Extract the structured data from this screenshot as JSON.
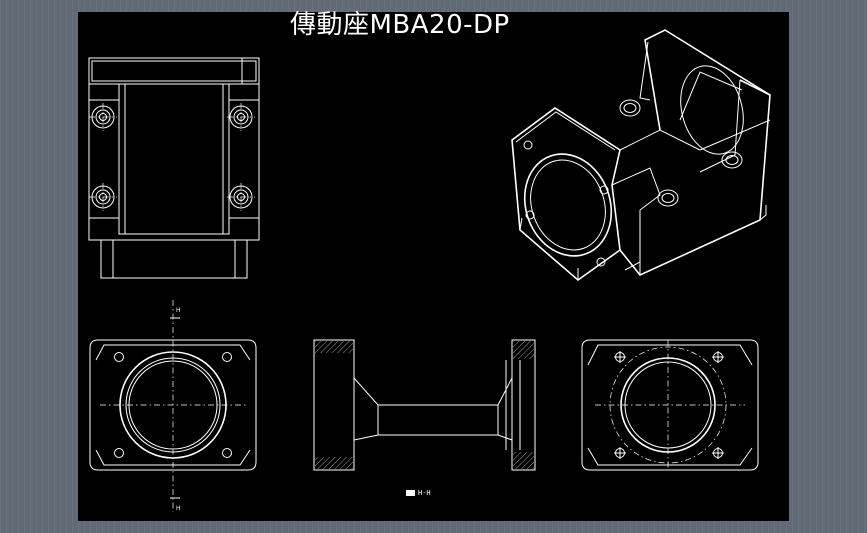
{
  "drawing": {
    "title": "傳動座MBA20-DP",
    "section_label": "H-H",
    "cut_marker_top": "H",
    "cut_marker_bottom": "H"
  },
  "colors": {
    "background": "#616a75",
    "sheet": "#000000",
    "lines": "#ffffff"
  }
}
